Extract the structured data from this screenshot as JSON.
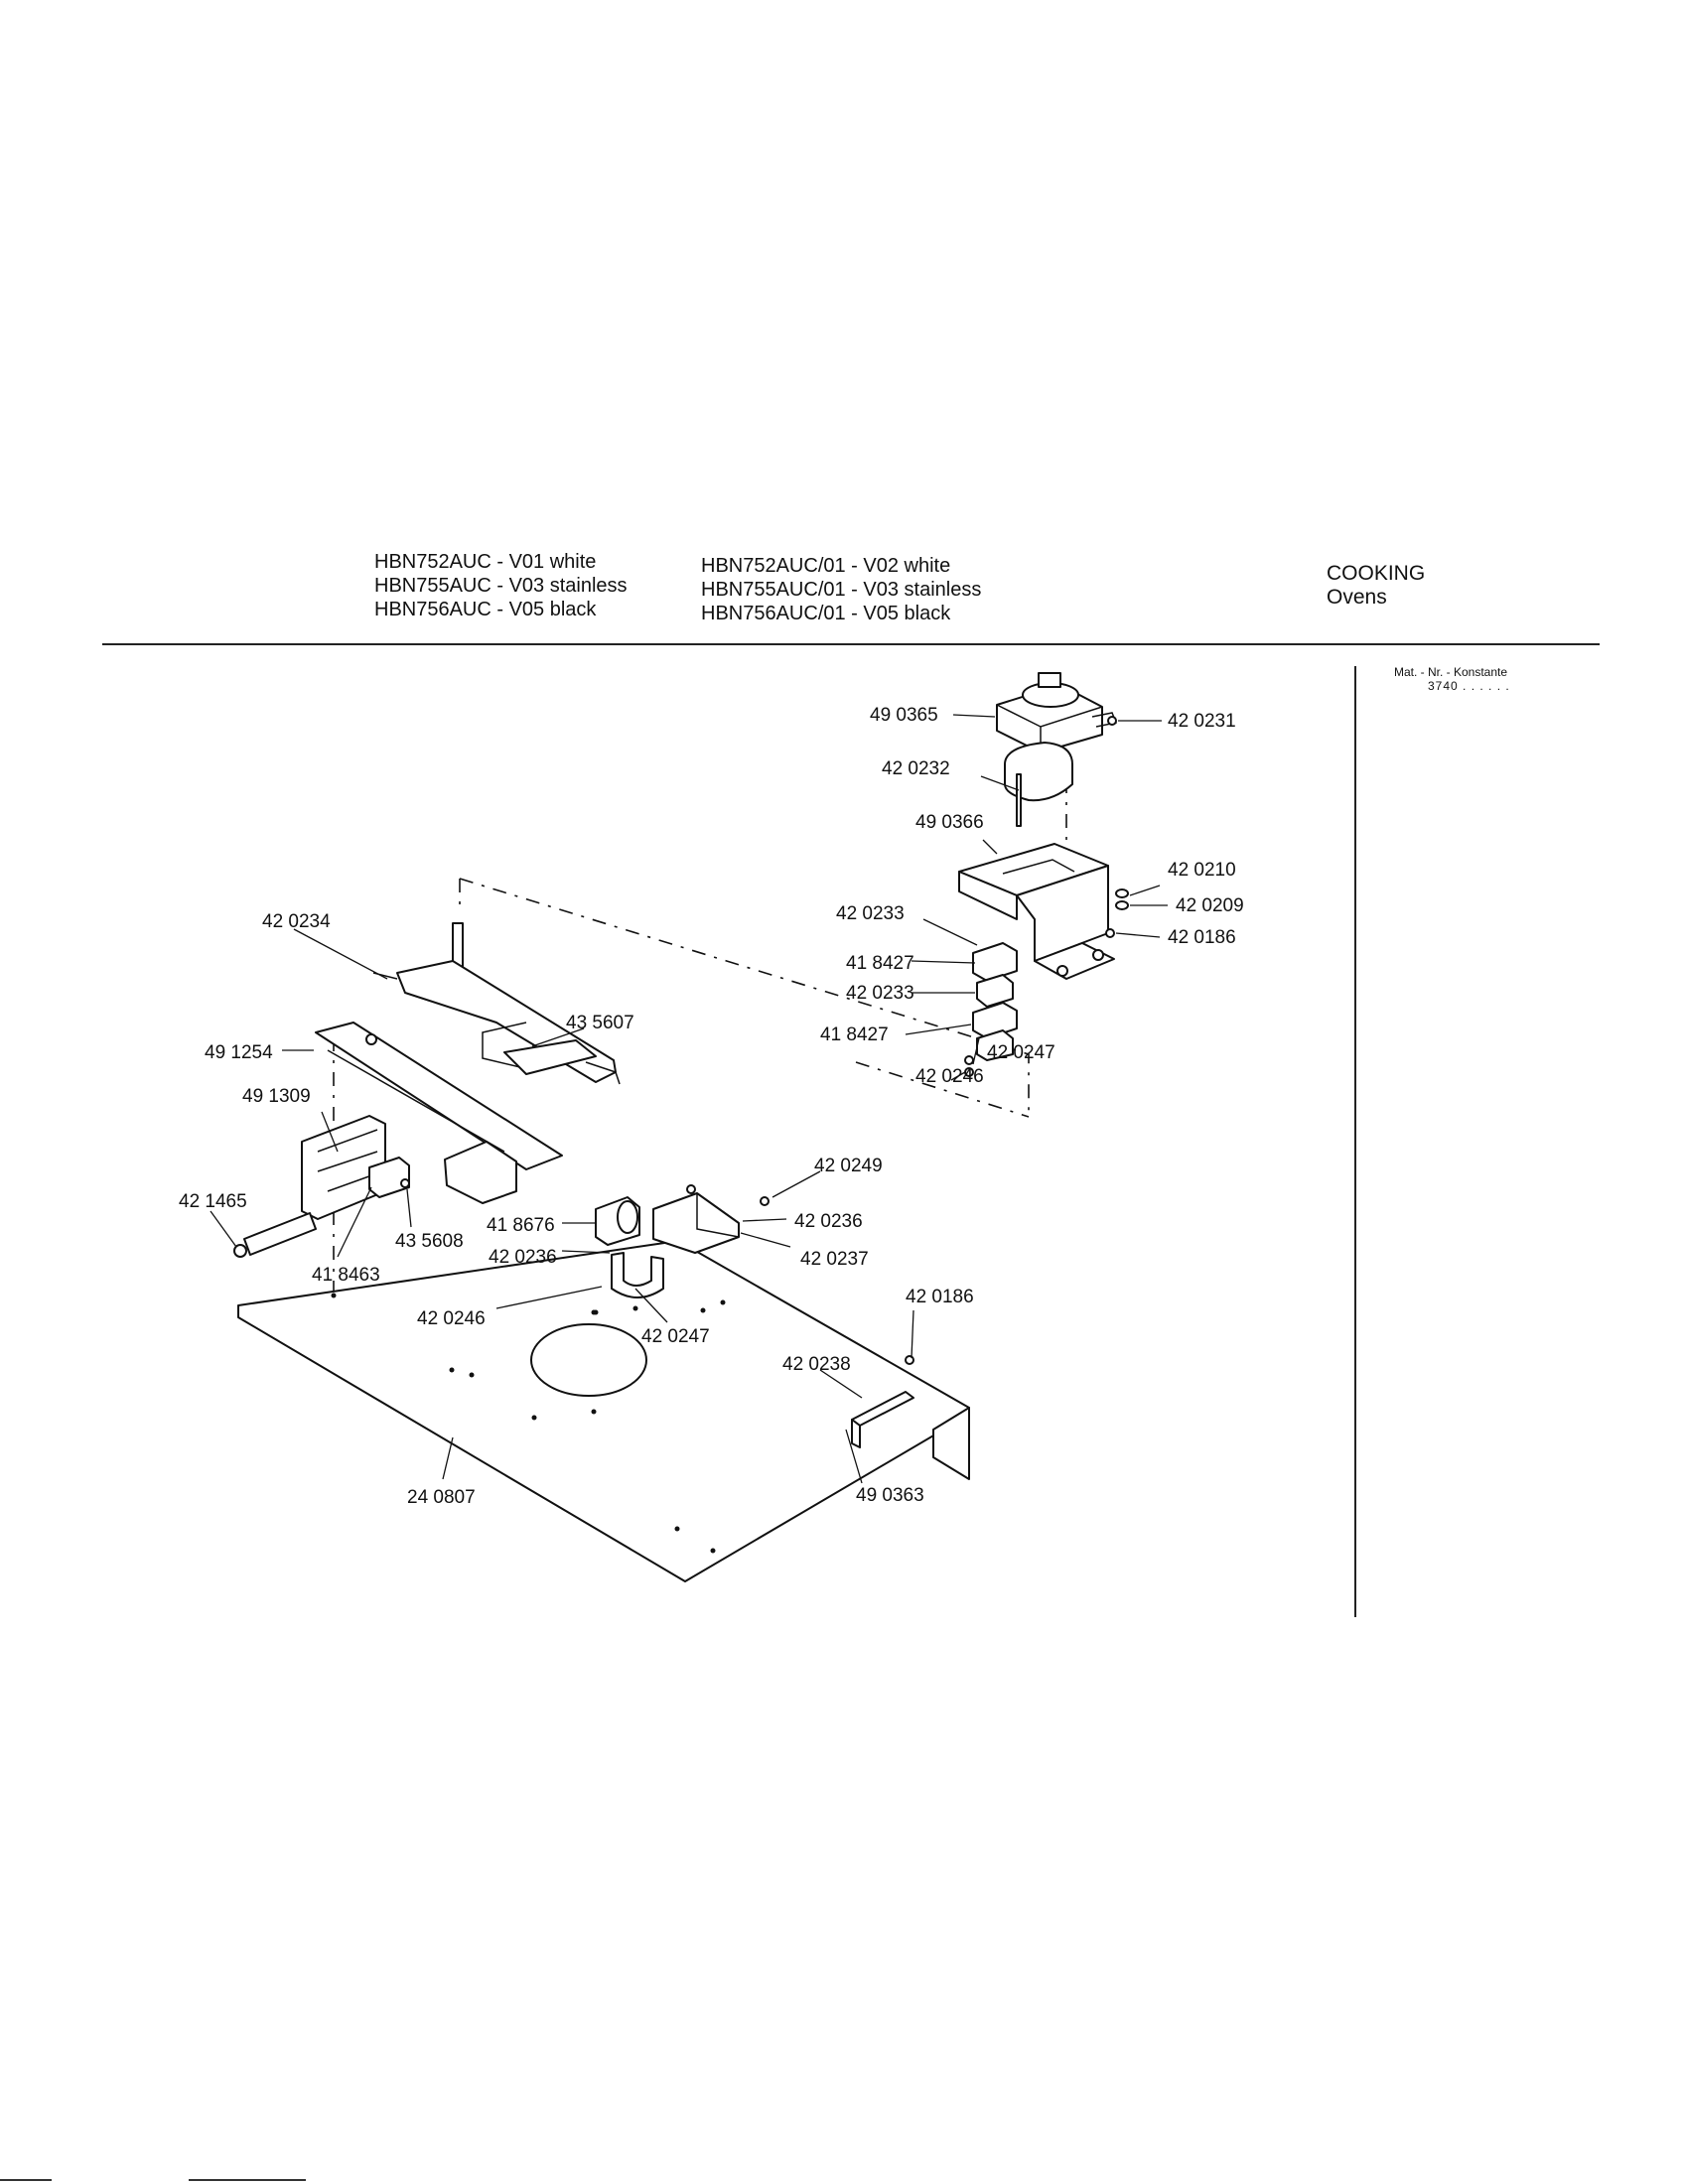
{
  "header": {
    "models_left": [
      "HBN752AUC - V01 white",
      "HBN755AUC - V03 stainless",
      "HBN756AUC - V05 black"
    ],
    "models_right": [
      "HBN752AUC/01 - V02 white",
      "HBN755AUC/01 - V03 stainless",
      "HBN756AUC/01 - V05 black"
    ],
    "category": "COOKING",
    "subcategory": "Ovens"
  },
  "material": {
    "label": "Mat. - Nr. - Konstante",
    "value": "3740 . . . . . ."
  },
  "parts": [
    {
      "id": "p490365",
      "number": "49 0365"
    },
    {
      "id": "p420231",
      "number": "42 0231"
    },
    {
      "id": "p420232",
      "number": "42 0232"
    },
    {
      "id": "p490366",
      "number": "49 0366"
    },
    {
      "id": "p420210",
      "number": "42 0210"
    },
    {
      "id": "p420209",
      "number": "42 0209"
    },
    {
      "id": "p420186a",
      "number": "42 0186"
    },
    {
      "id": "p420233a",
      "number": "42 0233"
    },
    {
      "id": "p418427a",
      "number": "41 8427"
    },
    {
      "id": "p420233b",
      "number": "42 0233"
    },
    {
      "id": "p418427b",
      "number": "41 8427"
    },
    {
      "id": "p420247a",
      "number": "42 0247"
    },
    {
      "id": "p420246a",
      "number": "42 0246"
    },
    {
      "id": "p420234",
      "number": "42 0234"
    },
    {
      "id": "p435607",
      "number": "43 5607"
    },
    {
      "id": "p491254",
      "number": "49 1254"
    },
    {
      "id": "p491309",
      "number": "49 1309"
    },
    {
      "id": "p421465",
      "number": "42 1465"
    },
    {
      "id": "p435608",
      "number": "43 5608"
    },
    {
      "id": "p418463",
      "number": "41 8463"
    },
    {
      "id": "p420249",
      "number": "42 0249"
    },
    {
      "id": "p418676",
      "number": "41 8676"
    },
    {
      "id": "p420236a",
      "number": "42 0236"
    },
    {
      "id": "p420236b",
      "number": "42 0236"
    },
    {
      "id": "p420237",
      "number": "42 0237"
    },
    {
      "id": "p420186b",
      "number": "42 0186"
    },
    {
      "id": "p420246b",
      "number": "42 0246"
    },
    {
      "id": "p420247b",
      "number": "42 0247"
    },
    {
      "id": "p420238",
      "number": "42 0238"
    },
    {
      "id": "p240807",
      "number": "24 0807"
    },
    {
      "id": "p490363",
      "number": "49 0363"
    }
  ]
}
